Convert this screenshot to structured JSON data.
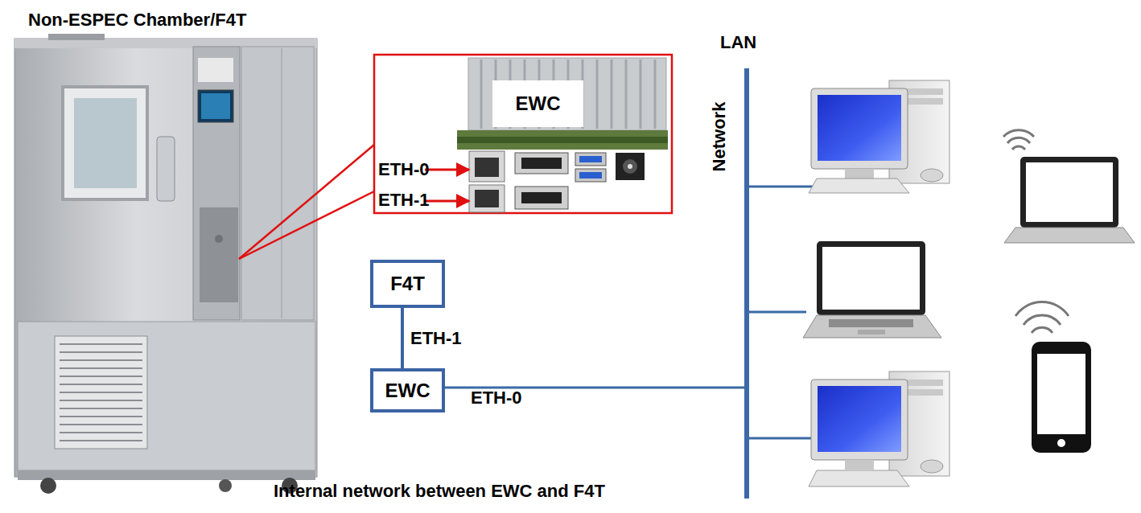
{
  "diagram": {
    "caption": "Internal network between EWC and F4T",
    "nodes": [
      {
        "text": [
          "EWC"
        ]
      },
      {
        "text": [
          "F4T"
        ]
      },
      {
        "text": [
          "EWC"
        ]
      }
    ],
    "edges": [
      {
        "from": 1,
        "to": 2,
        "arrow": "none",
        "label": "ETH-1"
      }
    ],
    "labels": [
      "Non-ESPEC Chamber/F4T",
      "ETH-0",
      "ETH-1",
      "LAN",
      "Network",
      "ETH-0"
    ]
  }
}
